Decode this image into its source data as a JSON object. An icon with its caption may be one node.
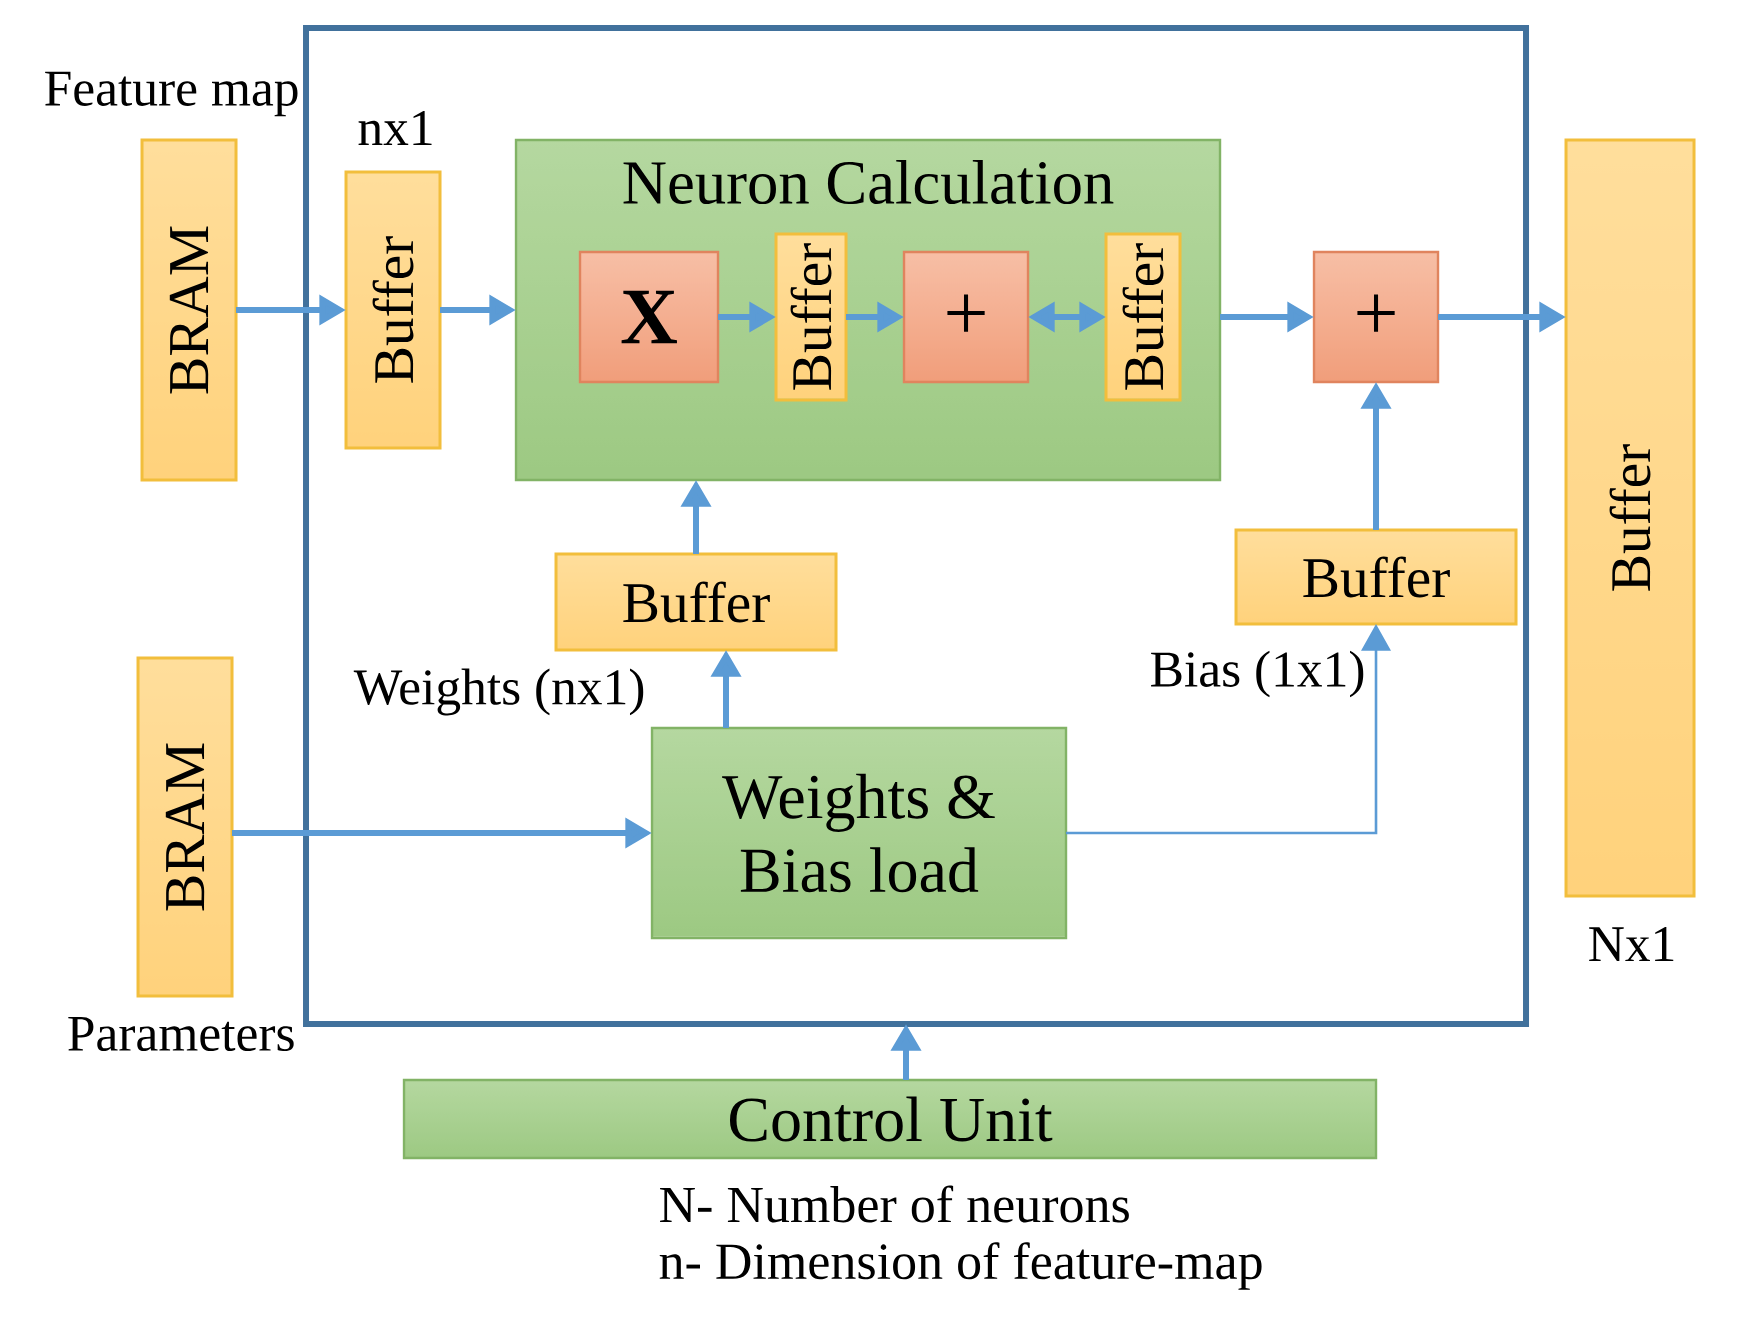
{
  "diagram": {
    "nodes": [
      {
        "text": [],
        "shape": "box"
      },
      {
        "text": [
          "BRAM"
        ],
        "beside": [
          "Feature map"
        ]
      },
      {
        "text": [
          "Buffer"
        ],
        "beside": [
          "nx1"
        ],
        "in": 0
      },
      {
        "text": [
          "Neuron Calculation"
        ],
        "in": 0
      },
      {
        "text": [
          "X"
        ],
        "in": 3
      },
      {
        "text": [
          "Buffer"
        ],
        "in": 3
      },
      {
        "text": [
          "+"
        ],
        "in": 3
      },
      {
        "text": [
          "Buffer"
        ],
        "in": 3
      },
      {
        "text": [
          "+"
        ],
        "in": 0
      },
      {
        "text": [
          "Buffer"
        ],
        "beside": [
          "Nx1"
        ]
      },
      {
        "text": [
          "Buffer"
        ],
        "in": 0
      },
      {
        "text": [
          "Buffer"
        ],
        "in": 0
      },
      {
        "text": [
          "Weights & Bias load"
        ],
        "in": 0
      },
      {
        "text": [
          "BRAM"
        ],
        "beside": [
          "Parameters"
        ]
      },
      {
        "text": [
          "Control Unit"
        ]
      }
    ],
    "edges": [
      {
        "from": 1,
        "to": 2,
        "arrow": "to"
      },
      {
        "from": 2,
        "to": 3,
        "arrow": "to"
      },
      {
        "from": 4,
        "to": 5,
        "arrow": "to"
      },
      {
        "from": 5,
        "to": 6,
        "arrow": "to"
      },
      {
        "from": 6,
        "to": 7,
        "arrow": "both"
      },
      {
        "from": 3,
        "to": 8,
        "arrow": "to"
      },
      {
        "from": 8,
        "to": 9,
        "arrow": "to"
      },
      {
        "from": 11,
        "to": 8,
        "arrow": "to"
      },
      {
        "from": 10,
        "to": 3,
        "arrow": "to"
      },
      {
        "from": 12,
        "to": 10,
        "arrow": "to",
        "label": "Weights (nx1)"
      },
      {
        "from": 12,
        "to": 11,
        "arrow": "to",
        "label": "Bias (1x1)"
      },
      {
        "from": 13,
        "to": 12,
        "arrow": "to"
      },
      {
        "from": 14,
        "to": 0,
        "arrow": "to"
      }
    ],
    "labels": [
      "N- Number of neurons",
      "n- Dimension of feature-map"
    ]
  }
}
